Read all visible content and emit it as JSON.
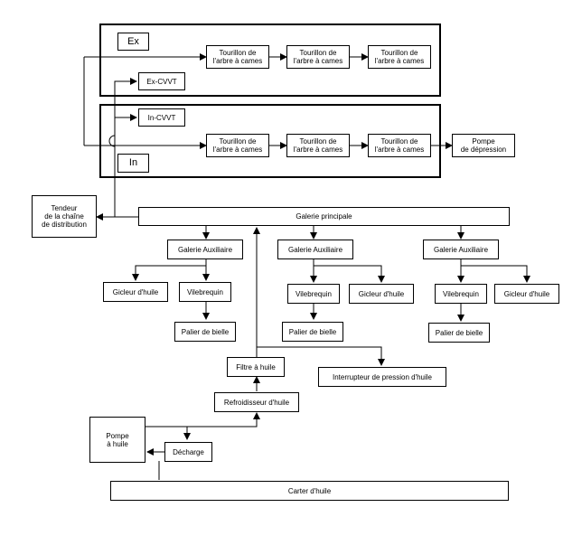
{
  "groups": {
    "exhaust_label": "Ex",
    "intake_label": "In"
  },
  "nodes": {
    "journal_ex_1": "Tourillon de\nl'arbre à cames",
    "journal_ex_2": "Tourillon de\nl'arbre à cames",
    "journal_ex_3": "Tourillon de\nl'arbre à cames",
    "ex_cvvt": "Ex-CVVT",
    "in_cvvt": "In-CVVT",
    "journal_in_1": "Tourillon de\nl'arbre à cames",
    "journal_in_2": "Tourillon de\nl'arbre à cames",
    "journal_in_3": "Tourillon de\nl'arbre à cames",
    "vacuum_pump": "Pompe\nde dépression",
    "chain_tensioner": "Tendeur\nde la chaîne\nde distribution",
    "main_gallery": "Galerie principale",
    "aux_gallery_1": "Galerie Auxiliaire",
    "aux_gallery_2": "Galerie Auxiliaire",
    "aux_gallery_3": "Galerie Auxiliaire",
    "jet_1": "Gicleur d'huile",
    "crankshaft_1": "Vilebrequin",
    "rod_bearing_1": "Palier de bielle",
    "crankshaft_2": "Vilebrequin",
    "jet_2": "Gicleur d'huile",
    "rod_bearing_2": "Palier de bielle",
    "crankshaft_3": "Vilebrequin",
    "jet_3": "Gicleur d'huile",
    "rod_bearing_3": "Palier de bielle",
    "oil_filter": "Filtre à huile",
    "oil_pressure_switch": "Interrupteur de pression d'huile",
    "oil_cooler": "Refroidisseur d'huile",
    "oil_pump": "Pompe\nà huile",
    "relief": "Décharge",
    "oil_pan": "Carter d'huile"
  }
}
